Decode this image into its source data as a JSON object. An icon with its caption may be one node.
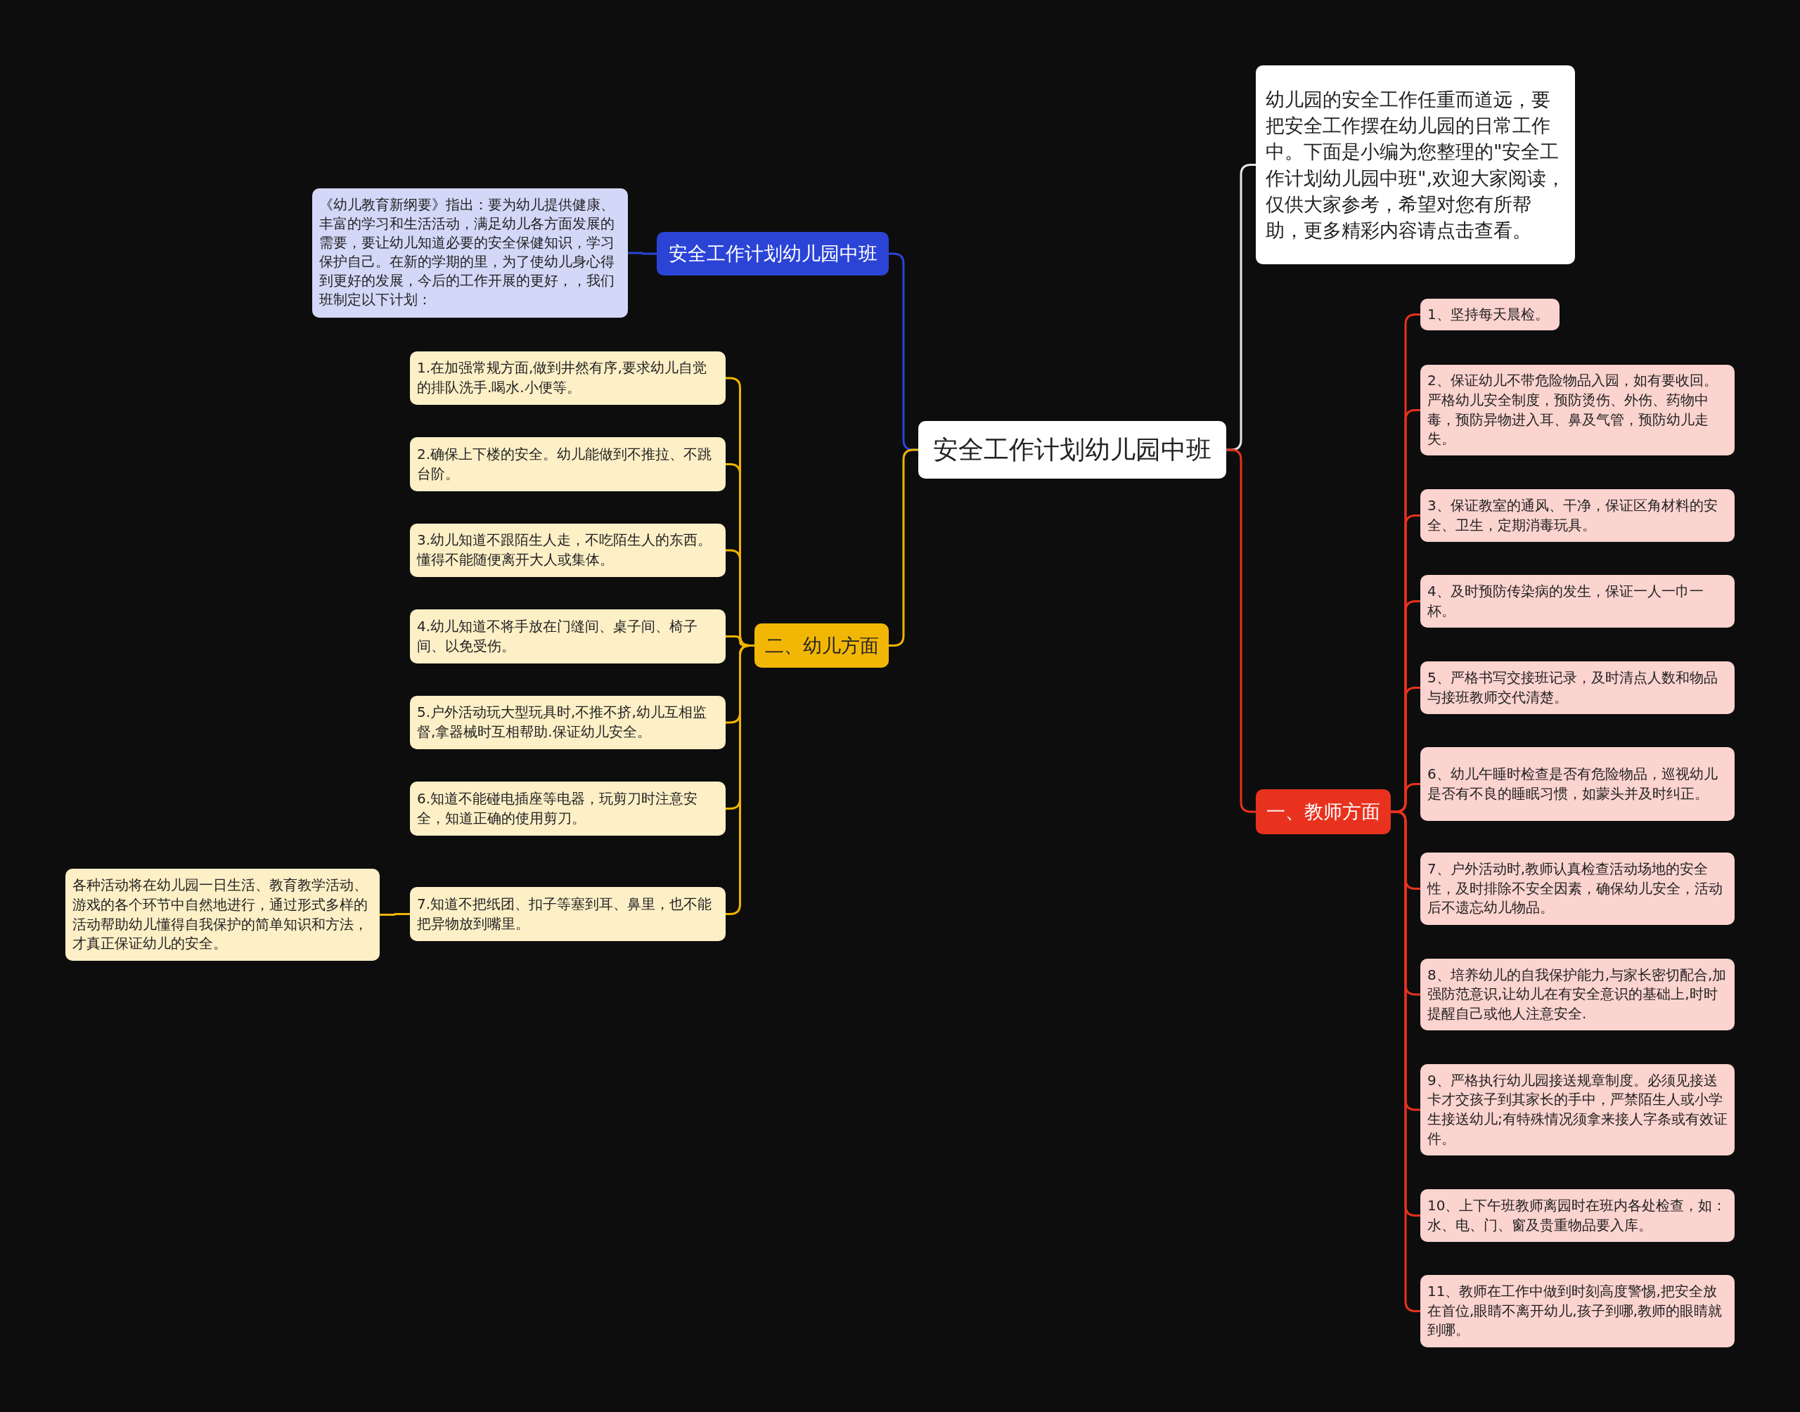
{
  "diagram": {
    "nodes": [
      {
        "text": [
          "安全工作计划幼儿园中班"
        ]
      },
      {
        "text": [
          "幼儿园的安全工作任重而道远，要把安全工作摆在幼儿园的日常工作中。下面是小编为您整理的\"安全工作计划幼儿园中班\",欢迎大家阅读，仅供大家参考，希望对您有所帮助，更多精彩内容请点击查看。"
        ]
      },
      {
        "text": [
          "安全工作计划幼儿园中班"
        ]
      },
      {
        "text": [
          "《幼儿教育新纲要》指出：要为幼儿提供健康、丰富的学习和生活活动，满足幼儿各方面发展的需要，要让幼儿知道必要的安全保健知识，学习保护自己。在新的学期的里，为了使幼儿身心得到更好的发展，今后的工作开展的更好，，我们班制定以下计划："
        ]
      },
      {
        "text": [
          "二、幼儿方面"
        ]
      },
      {
        "text": [
          "1.在加强常规方面,做到井然有序,要求幼儿自觉的排队洗手.喝水.小便等。"
        ]
      },
      {
        "text": [
          "2.确保上下楼的安全。幼儿能做到不推拉、不跳台阶。"
        ]
      },
      {
        "text": [
          "3.幼儿知道不跟陌生人走，不吃陌生人的东西。懂得不能随便离开大人或集体。"
        ]
      },
      {
        "text": [
          "4.幼儿知道不将手放在门缝间、桌子间、椅子间、以免受伤。"
        ]
      },
      {
        "text": [
          "5.户外活动玩大型玩具时,不推不挤,幼儿互相监督,拿器械时互相帮助.保证幼儿安全。"
        ]
      },
      {
        "text": [
          "6.知道不能碰电插座等电器，玩剪刀时注意安全，知道正确的使用剪刀。"
        ]
      },
      {
        "text": [
          "7.知道不把纸团、扣子等塞到耳、鼻里，也不能把异物放到嘴里。"
        ]
      },
      {
        "text": [
          "各种活动将在幼儿园一日生活、教育教学活动、游戏的各个环节中自然地进行，通过形式多样的活动帮助幼儿懂得自我保护的简单知识和方法，才真正保证幼儿的安全。"
        ]
      },
      {
        "text": [
          "一、教师方面"
        ]
      },
      {
        "text": [
          "1、坚持每天晨检。"
        ]
      },
      {
        "text": [
          "2、保证幼儿不带危险物品入园，如有要收回。严格幼儿安全制度，预防烫伤、外伤、药物中毒，预防异物进入耳、鼻及气管，预防幼儿走失。"
        ]
      },
      {
        "text": [
          "3、保证教室的通风、干净，保证区角材料的安全、卫生，定期消毒玩具。"
        ]
      },
      {
        "text": [
          "4、及时预防传染病的发生，保证一人一巾一杯。"
        ]
      },
      {
        "text": [
          "5、严格书写交接班记录，及时清点人数和物品与接班教师交代清楚。"
        ]
      },
      {
        "text": [
          "6、幼儿午睡时检查是否有危险物品，巡视幼儿是否有不良的睡眠习惯，如蒙头并及时纠正。"
        ]
      },
      {
        "text": [
          "7、户外活动时,教师认真检查活动场地的安全性，及时排除不安全因素，确保幼儿安全，活动后不遗忘幼儿物品。"
        ]
      },
      {
        "text": [
          "8、培养幼儿的自我保护能力,与家长密切配合,加强防范意识,让幼儿在有安全意识的基础上,时时提醒自己或他人注意安全."
        ]
      },
      {
        "text": [
          "9、严格执行幼儿园接送规章制度。必须见接送卡才交孩子到其家长的手中，严禁陌生人或小学生接送幼儿;有特殊情况须拿来接人字条或有效证件。"
        ]
      },
      {
        "text": [
          "10、上下午班教师离园时在班内各处检查，如：水、电、门、窗及贵重物品要入库。"
        ]
      },
      {
        "text": [
          "11、教师在工作中做到时刻高度警惕,把安全放在首位,眼睛不离开幼儿,孩子到哪,教师的眼睛就到哪。"
        ]
      }
    ],
    "edges": [
      {
        "from": 0,
        "to": 1,
        "arrow": "none",
        "color": "#e6e6e6"
      },
      {
        "from": 0,
        "to": 2,
        "arrow": "none",
        "color": "#2b44d6"
      },
      {
        "from": 2,
        "to": 3,
        "arrow": "none",
        "color": "#2b44d6"
      },
      {
        "from": 0,
        "to": 4,
        "arrow": "none",
        "color": "#f0b400"
      },
      {
        "from": 4,
        "to": 5,
        "arrow": "none",
        "color": "#f0b400"
      },
      {
        "from": 4,
        "to": 6,
        "arrow": "none",
        "color": "#f0b400"
      },
      {
        "from": 4,
        "to": 7,
        "arrow": "none",
        "color": "#f0b400"
      },
      {
        "from": 4,
        "to": 8,
        "arrow": "none",
        "color": "#f0b400"
      },
      {
        "from": 4,
        "to": 9,
        "arrow": "none",
        "color": "#f0b400"
      },
      {
        "from": 4,
        "to": 10,
        "arrow": "none",
        "color": "#f0b400"
      },
      {
        "from": 4,
        "to": 11,
        "arrow": "none",
        "color": "#f0b400"
      },
      {
        "from": 11,
        "to": 12,
        "arrow": "none",
        "color": "#f0b400"
      },
      {
        "from": 0,
        "to": 13,
        "arrow": "none"
      },
      {
        "from": 13,
        "to": 14,
        "arrow": "none"
      },
      {
        "from": 13,
        "to": 15,
        "arrow": "none"
      },
      {
        "from": 13,
        "to": 16,
        "arrow": "none"
      },
      {
        "from": 13,
        "to": 17,
        "arrow": "none"
      },
      {
        "from": 13,
        "to": 18,
        "arrow": "none"
      },
      {
        "from": 13,
        "to": 19,
        "arrow": "none"
      },
      {
        "from": 13,
        "to": 20,
        "arrow": "none"
      },
      {
        "from": 13,
        "to": 21,
        "arrow": "none"
      },
      {
        "from": 13,
        "to": 22,
        "arrow": "none"
      },
      {
        "from": 13,
        "to": 23,
        "arrow": "none"
      },
      {
        "from": 13,
        "to": 24,
        "arrow": "none"
      }
    ]
  }
}
